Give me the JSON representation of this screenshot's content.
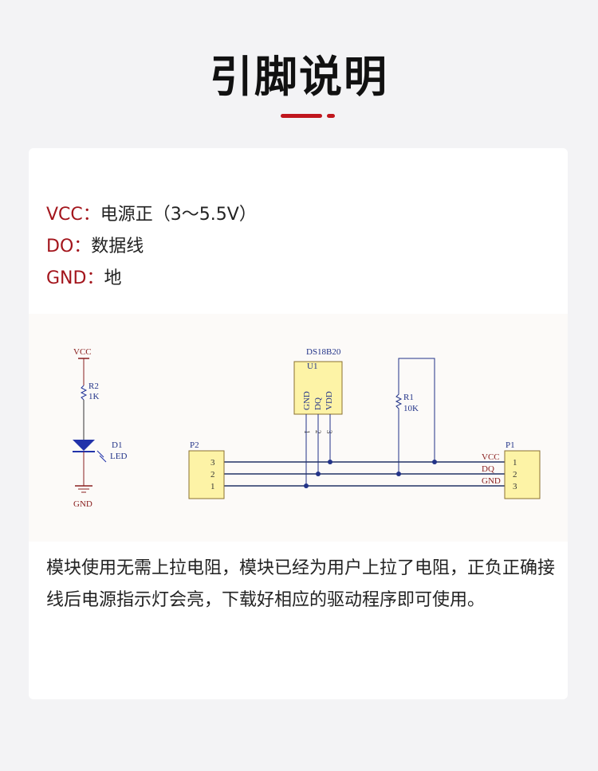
{
  "title": "引脚说明",
  "pins": [
    {
      "name": "VCC",
      "sep": "：",
      "desc": "电源正（3～5.5V）"
    },
    {
      "name": "DO",
      "sep": "：",
      "desc": "数据线"
    },
    {
      "name": "GND",
      "sep": "：",
      "desc": "地"
    }
  ],
  "schematic": {
    "vcc": "VCC",
    "gnd": "GND",
    "r2": "R2",
    "r2_val": "1K",
    "d1": "D1",
    "d1_val": "LED",
    "u1_part": "DS18B20",
    "u1": "U1",
    "u1_pins": [
      "GND",
      "DQ",
      "VDD"
    ],
    "u1_pin_nums": [
      "1",
      "2",
      "3"
    ],
    "r1": "R1",
    "r1_val": "10K",
    "p2": "P2",
    "p2_pins": [
      "3",
      "2",
      "1"
    ],
    "p1": "P1",
    "p1_pins": [
      "1",
      "2",
      "3"
    ],
    "p1_nets": [
      "VCC",
      "DQ",
      "GND"
    ]
  },
  "description": "模块使用无需上拉电阻，模块已经为用户上拉了电阻，正负正确接线后电源指示灯会亮，下载好相应的驱动程序即可使用。"
}
